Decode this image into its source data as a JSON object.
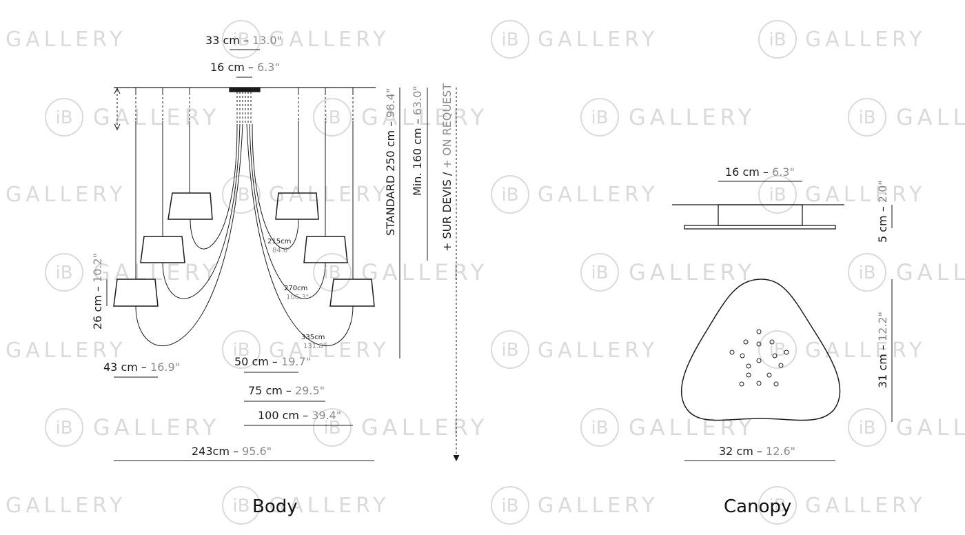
{
  "watermark": {
    "brand": "GALLERY",
    "logo": "iB",
    "color": "#d9d9d9"
  },
  "body": {
    "label": "Body",
    "dim_top_33": {
      "metric": "33 cm –",
      "imperial": "13.0\""
    },
    "dim_top_16": {
      "metric": "16 cm –",
      "imperial": "6.3\""
    },
    "dim_shade_height": {
      "metric": "26 cm –",
      "imperial": "10.2\""
    },
    "dim_shade_width": {
      "metric": "43 cm –",
      "imperial": "16.9\""
    },
    "dim_50": {
      "metric": "50 cm –",
      "imperial": "19.7\""
    },
    "dim_75": {
      "metric": "75 cm –",
      "imperial": "29.5\""
    },
    "dim_100": {
      "metric": "100 cm –",
      "imperial": "39.4\""
    },
    "dim_243": {
      "metric": "243cm –",
      "imperial": "95.6\""
    },
    "cable_215": {
      "metric": "215cm",
      "imperial": "84.6\""
    },
    "cable_270": {
      "metric": "270cm",
      "imperial": "106.3\""
    },
    "cable_335": {
      "metric": "335cm",
      "imperial": "131.8\""
    },
    "standard_height": {
      "metric": "STANDARD 250 cm –",
      "imperial": "98.4\""
    },
    "min_height": {
      "metric": "Min. 160 cm –",
      "imperial": "63.0\""
    },
    "request": {
      "metric": "+ SUR DEVIS /",
      "imperial": "+ ON REQUEST"
    }
  },
  "canopy": {
    "label": "Canopy",
    "dim_16": {
      "metric": "16 cm –",
      "imperial": "6.3\""
    },
    "dim_5": {
      "metric": "5 cm –",
      "imperial": "2.0\""
    },
    "dim_31": {
      "metric": "31 cm –",
      "imperial": "12.2\""
    },
    "dim_32": {
      "metric": "32 cm –",
      "imperial": "12.6\""
    }
  }
}
